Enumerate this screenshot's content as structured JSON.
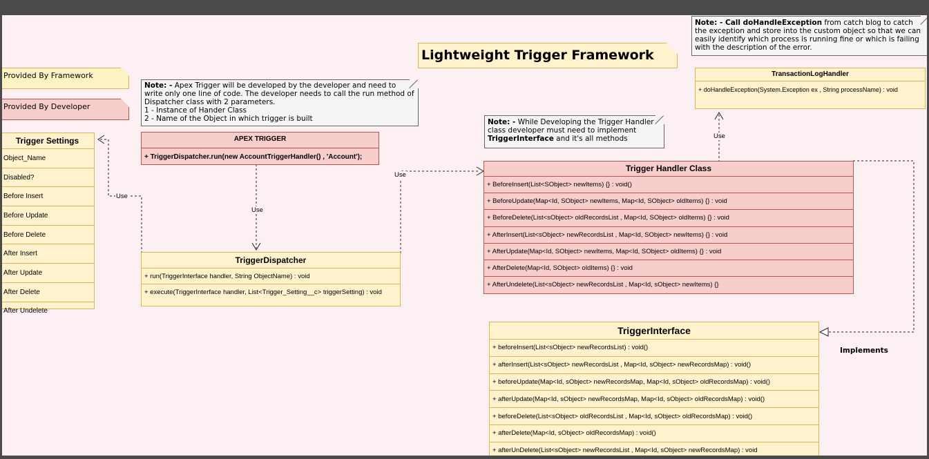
{
  "title": "Lightweight Trigger Framework",
  "legend": {
    "framework": "Provided By Framework",
    "developer": "Provided By Developer"
  },
  "notes": {
    "apex": {
      "prefix": "Note: -",
      "text": " Apex Trigger will be developed by the developer and need to write only one line of code. The developer needs to call the run method of Dispatcher class with 2 parameters.",
      "line1": "1 - Instance of Hander Class",
      "line2": "2 - Name of the Object in which trigger is built"
    },
    "handler": {
      "prefix": "Note: -",
      "text1": " While Developing the Trigger Handler class developer must need to implement ",
      "bold": "TriggerInterface",
      "text2": " and it's all methods"
    },
    "exception": {
      "prefix": "Note: - Call doHandleException",
      "text": " from catch blog to catch the exception and store into the custom object so that we can easily identify which process is running fine or which is failing with the description of the error."
    }
  },
  "trigger_settings": {
    "title": "Trigger Settings",
    "fields": [
      "Object_Name",
      "Disabled?",
      "Before Insert",
      "Before Update",
      "Before Delete",
      "After Insert",
      "After Update",
      "After Delete",
      "After Undelete"
    ]
  },
  "apex_trigger": {
    "title": "APEX TRIGGER",
    "method": "+ TriggerDispatcher.run(new AccountTriggerHandler() , 'Account');"
  },
  "dispatcher": {
    "title": "TriggerDispatcher",
    "methods": [
      "+ run(TriggerInterface handler, String ObjectName) : void",
      "+ execute(TriggerInterface handler, List<Trigger_Setting__c> triggerSetting) : void"
    ]
  },
  "handler_class": {
    "title": "Trigger Handler Class",
    "methods": [
      " + BeforeInsert(List<SObject> newItems) {} : void()",
      " + BeforeUpdate(Map<Id, SObject> newItems, Map<Id, SObject> oldItems) {} : void",
      "+ BeforeDelete(List<sObject> oldRecordsList , Map<Id, SObject> oldItems) {} : void",
      "+ AfterInsert(List<sObject> newRecordsList , Map<Id, SObject> newItems) {} : void",
      "+ AfterUpdate(Map<Id, SObject> newItems, Map<Id, SObject> oldItems) {} : void",
      "+ AfterDelete(Map<Id, SObject> oldItems) {} : void",
      "+ AfterUndelete(List<sObject> newRecordsList , Map<Id, sObject> newItems) {}"
    ]
  },
  "trigger_interface": {
    "title": "TriggerInterface",
    "methods": [
      " + beforeInsert(List<sObject> newRecordsList) : void()",
      " + afterInsert(List<sObject> newRecordsList , Map<Id, sObject> newRecordsMap) : void()",
      "+ beforeUpdate(Map<Id, sObject> newRecordsMap, Map<Id, sObject> oldRecordsMap) : void()",
      "+ afterUpdate(Map<Id, sObject> newRecordsMap,  Map<Id, sObject> oldRecordsMap) : void()",
      "+ beforeDelete(List<sObject> oldRecordsList , Map<Id, sObject> oldRecordsMap) : void()",
      "+ afterDelete(Map<Id, sObject> oldRecordsMap) : void()",
      "+ afterUnDelete(List<sObject> newRecordsList , Map<Id, sObject> newRecordsMap) : void"
    ]
  },
  "log_handler": {
    "title": "TransactionLogHandler",
    "method": "+ doHandleException(System.Exception ex , String processName) : void"
  },
  "connectors": {
    "use": "Use",
    "implements": "Implements"
  }
}
